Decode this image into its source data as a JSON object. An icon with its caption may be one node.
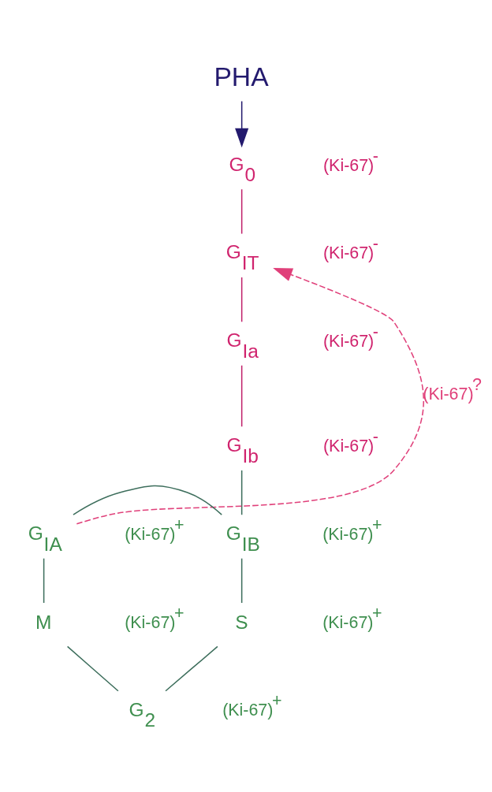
{
  "diagram": {
    "nodes": [
      {
        "text": [
          "PHA"
        ]
      },
      {
        "text": [
          "G$_{0}$"
        ]
      },
      {
        "text": [
          "G$_{IT}$"
        ]
      },
      {
        "text": [
          "G$_{Ia}$"
        ]
      },
      {
        "text": [
          "G$_{Ib}$"
        ]
      },
      {
        "text": [
          "G$_{IA}$"
        ]
      },
      {
        "text": [
          "G$_{IB}$"
        ]
      },
      {
        "text": [
          "S"
        ]
      },
      {
        "text": [
          "G$_{2}$"
        ]
      },
      {
        "text": [
          "M"
        ]
      }
    ],
    "edges": [
      {
        "from": 0,
        "to": 1,
        "arrow": "to",
        "color": "#231a6e"
      },
      {
        "from": 1,
        "to": 2,
        "arrow": "none",
        "color": "#c0206a"
      },
      {
        "from": 2,
        "to": 3,
        "arrow": "none",
        "color": "#c0206a"
      },
      {
        "from": 3,
        "to": 4,
        "arrow": "none",
        "color": "#c0206a"
      },
      {
        "from": 4,
        "to": 6,
        "arrow": "none"
      },
      {
        "from": 5,
        "to": 6,
        "arrow": "none"
      },
      {
        "from": 6,
        "to": 7,
        "arrow": "none"
      },
      {
        "from": 7,
        "to": 8,
        "arrow": "none"
      },
      {
        "from": 8,
        "to": 9,
        "arrow": "none"
      },
      {
        "from": 9,
        "to": 5,
        "arrow": "none"
      },
      {
        "from": 5,
        "to": 2,
        "arrow": "to",
        "style": "dashed",
        "color": "#e0407a",
        "label": "(Ki-67)$^{?}$"
      }
    ],
    "labels": [
      "(Ki-67)$^{-}$",
      "(Ki-67)$^{-}$",
      "(Ki-67)$^{-}$",
      "(Ki-67)$^{-}$",
      "(Ki-67)$^{+}$",
      "(Ki-67)$^{+}$",
      "(Ki-67)$^{+}$",
      "(Ki-67)$^{+}$",
      "(Ki-67)$^{+}$"
    ]
  }
}
